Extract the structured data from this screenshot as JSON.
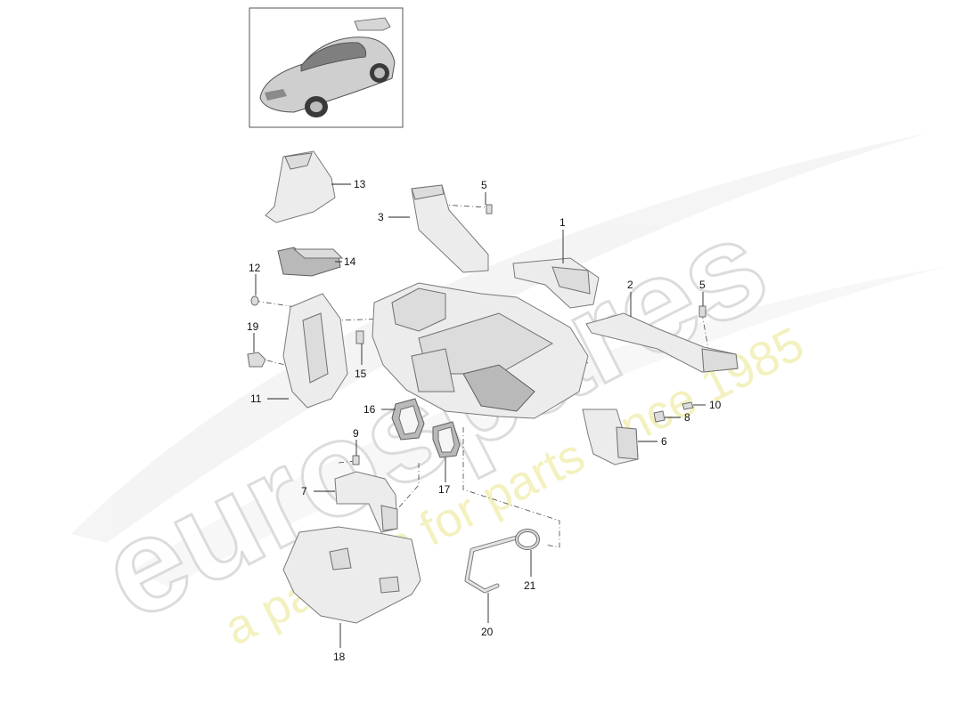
{
  "watermark": {
    "brand": "eurospares",
    "tagline": "a passion for parts since 1985"
  },
  "parts": [
    {
      "id": "p1",
      "label": "1"
    },
    {
      "id": "p2",
      "label": "2"
    },
    {
      "id": "p3",
      "label": "3"
    },
    {
      "id": "p5a",
      "label": "5"
    },
    {
      "id": "p5b",
      "label": "5"
    },
    {
      "id": "p6",
      "label": "6"
    },
    {
      "id": "p7",
      "label": "7"
    },
    {
      "id": "p8",
      "label": "8"
    },
    {
      "id": "p9",
      "label": "9"
    },
    {
      "id": "p10",
      "label": "10"
    },
    {
      "id": "p11",
      "label": "11"
    },
    {
      "id": "p12",
      "label": "12"
    },
    {
      "id": "p13",
      "label": "13"
    },
    {
      "id": "p14",
      "label": "14"
    },
    {
      "id": "p15",
      "label": "15"
    },
    {
      "id": "p16",
      "label": "16"
    },
    {
      "id": "p17",
      "label": "17"
    },
    {
      "id": "p18",
      "label": "18"
    },
    {
      "id": "p19",
      "label": "19"
    },
    {
      "id": "p20",
      "label": "20"
    },
    {
      "id": "p21",
      "label": "21"
    }
  ]
}
